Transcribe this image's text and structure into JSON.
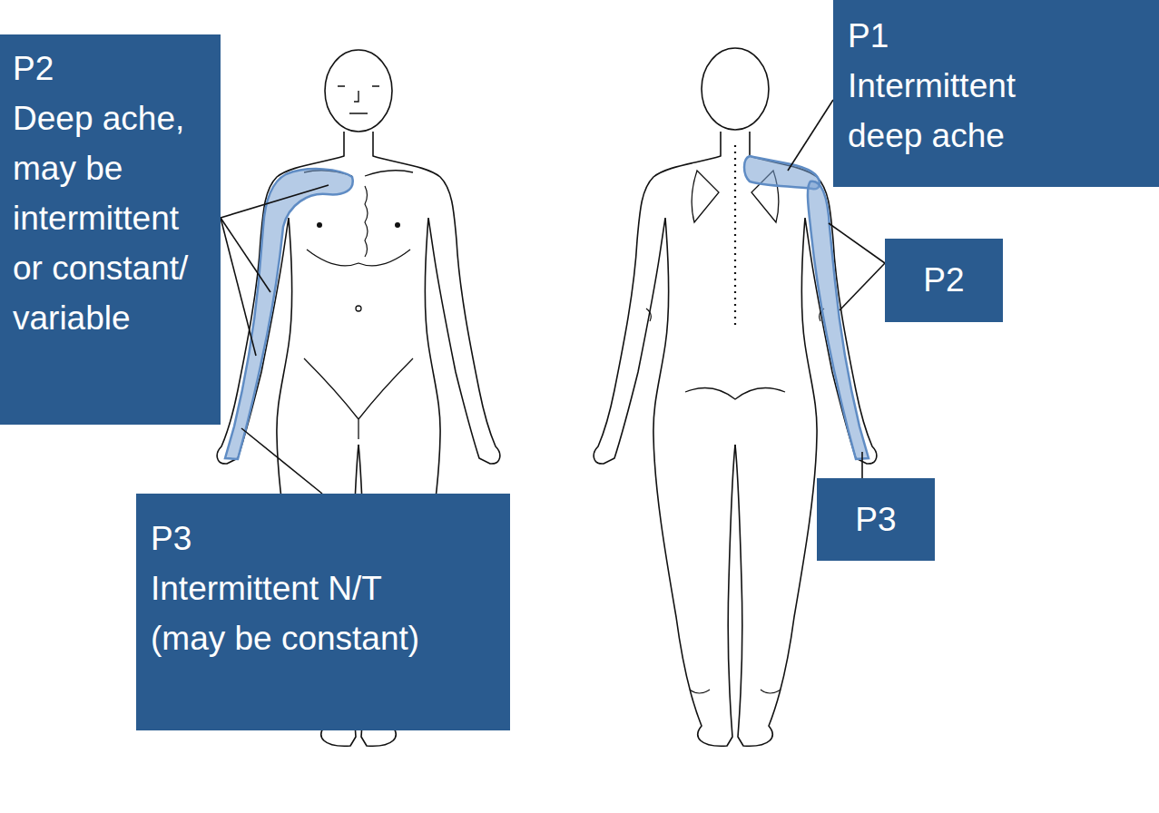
{
  "diagram": {
    "nodes": [
      {
        "text": [
          "P2",
          "Deep ache, may be intermittent or constant/ variable"
        ]
      },
      {
        "text": [
          "P3",
          "Intermittent N/T",
          "(may be constant)"
        ]
      },
      {
        "text": [
          "P1",
          "Intermittent deep ache"
        ]
      },
      {
        "text": [
          "P2"
        ]
      },
      {
        "text": [
          "P3"
        ]
      }
    ]
  }
}
